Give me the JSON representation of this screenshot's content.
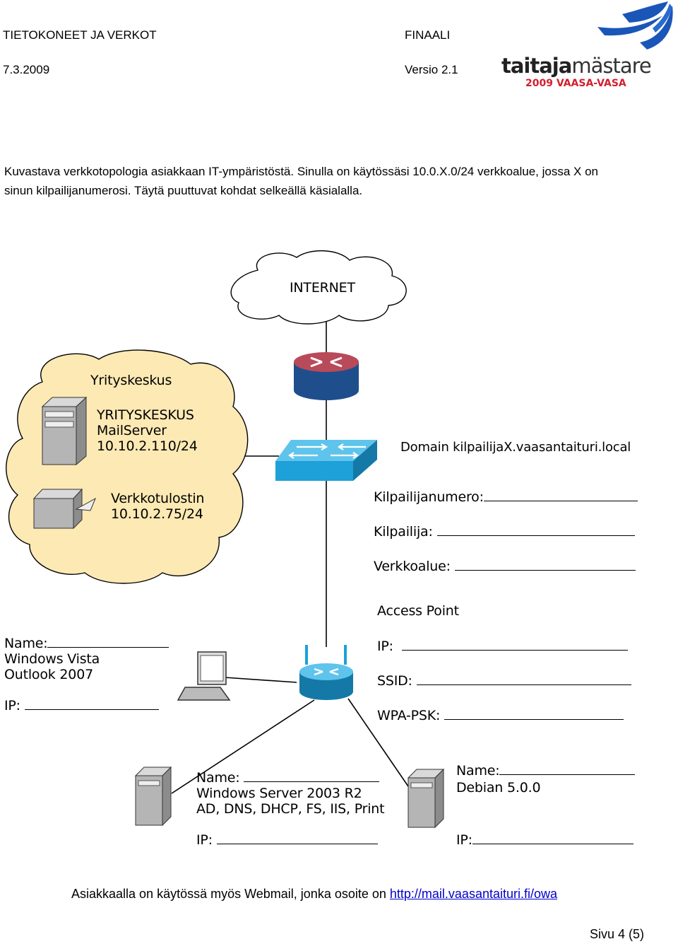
{
  "header": {
    "course": "TIETOKONEET JA VERKOT",
    "stage": "FINAALI",
    "date": "7.3.2009",
    "version": "Versio 2.1",
    "logo_text_a": "taitaja",
    "logo_text_b": "mästare",
    "logo_sub": "2009 VAASA-VASA"
  },
  "intro": {
    "line1": "Kuvastava verkkotopologia asiakkaan IT-ympäristöstä. Sinulla on käytössäsi 10.0.X.0/24 verkkoalue, jossa X on",
    "line2": "sinun kilpailijanumerosi. Täytä puuttuvat kohdat selkeällä käsialalla."
  },
  "diagram": {
    "internet_label": "INTERNET",
    "hq_title": "Yrityskeskus",
    "mail_server": [
      "YRITYSKESKUS",
      "MailServer",
      "10.10.2.110/24"
    ],
    "printer": [
      "Verkkotulostin",
      "10.10.2.75/24"
    ],
    "domain": "Domain kilpailijaX.vaasantaituri.local",
    "competitor_number": "Kilpailijanumero:",
    "competitor": "Kilpailija:",
    "network": "Verkkoalue:",
    "access_point": {
      "title": "Access Point",
      "ip": "IP:",
      "ssid": "SSID:",
      "wpa": "WPA-PSK:"
    },
    "laptop": {
      "name": "Name:",
      "os": "Windows Vista",
      "app": "Outlook 2007",
      "ip": "IP:"
    },
    "win_server": {
      "name": "Name:",
      "os": "Windows Server 2003 R2",
      "roles": "AD, DNS, DHCP, FS, IIS, Print",
      "ip": "IP:"
    },
    "debian": {
      "name": "Name:",
      "os": "Debian 5.0.0",
      "ip": "IP:"
    }
  },
  "footer": {
    "text": "Asiakkaalla on käytössä myös Webmail, jonka osoite on ",
    "link": "http://mail.vaasantaituri.fi/owa",
    "page": "Sivu 4 (5)"
  },
  "colors": {
    "logo_blue": "#1a56b8",
    "logo_red": "#d2202f",
    "device_blue": "#1ea0d8",
    "router_red": "#b94a5a",
    "cloud_yellow": "#fde9b4",
    "link": "#0000cc"
  }
}
